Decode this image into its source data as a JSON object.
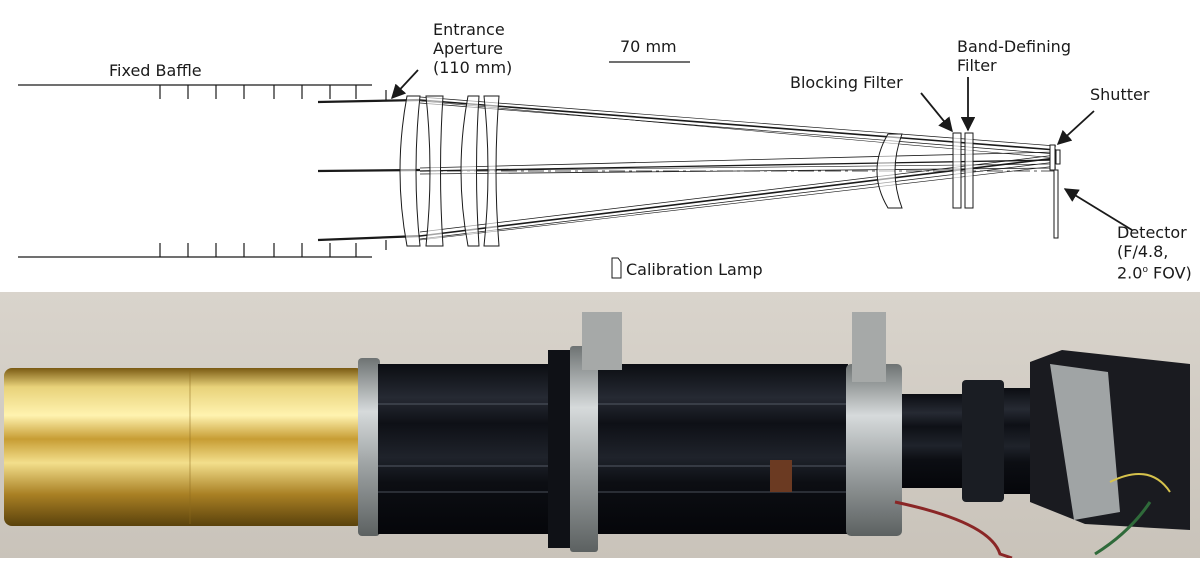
{
  "diagram": {
    "labels": {
      "fixed_baffle": "Fixed Baffle",
      "entrance_aperture": [
        "Entrance",
        "Aperture",
        "(110 mm)"
      ],
      "scale_bar": "70 mm",
      "blocking_filter": "Blocking Filter",
      "band_defining_filter": [
        "Band-Defining",
        "Filter"
      ],
      "shutter": "Shutter",
      "calibration_lamp": "Calibration Lamp",
      "detector": {
        "line1": "Detector",
        "line2": "(F/4.8,",
        "line3_value": "2.0",
        "line3_degree": "o",
        "line3_suffix": " FOV)"
      }
    }
  },
  "colors": {
    "line": "#1a1a1a",
    "photo_wall": "#d4cfc8",
    "gold": "#c9a640",
    "tube": "#111318",
    "ring": "#a7abab"
  }
}
